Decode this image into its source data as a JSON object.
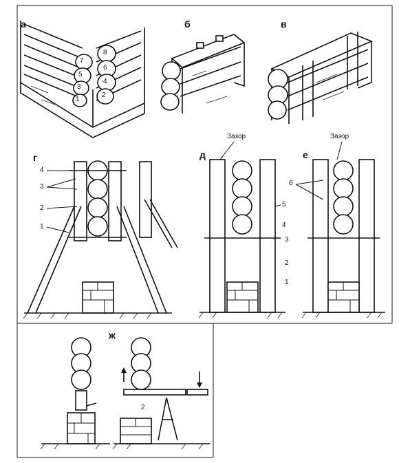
{
  "panels": {
    "a": "а",
    "b": "б",
    "v": "в",
    "g": "г",
    "d": "д",
    "e": "е",
    "zh": "ж"
  },
  "panel_a_numbers": [
    "1",
    "2",
    "3",
    "4",
    "5",
    "6",
    "7",
    "8"
  ],
  "zazor_d": "Зазор",
  "zazor_e": "Зазор",
  "panel_g_callouts": [
    "4",
    "3",
    "2",
    "1"
  ],
  "panel_d_callouts": [
    "5",
    "4",
    "3",
    "2",
    "1"
  ],
  "panel_e_callout": "6",
  "panel_zh_callout": "2"
}
